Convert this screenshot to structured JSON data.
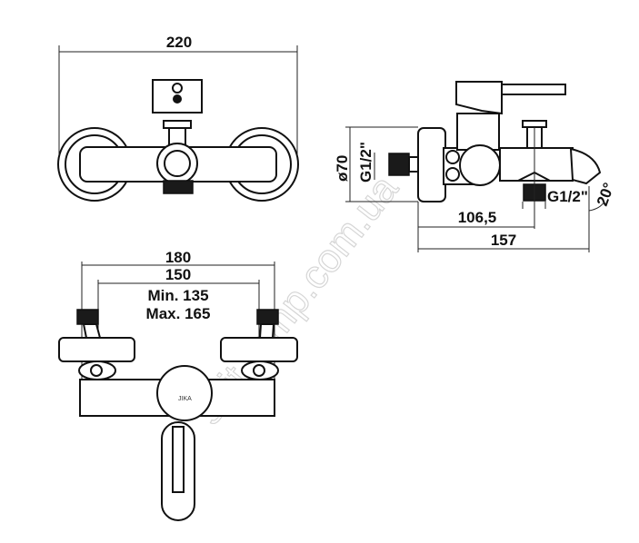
{
  "front_view": {
    "width_label": "220"
  },
  "side_view": {
    "diameter_label": "ø70",
    "inlet_thread_label": "G1/2\"",
    "outlet_thread_label": "G1/2\"",
    "spout_offset_label": "106,5",
    "depth_label": "157",
    "angle_label": "20°"
  },
  "bottom_view": {
    "outer_width_label": "180",
    "center_distance_label": "150",
    "min_label": "Min. 135",
    "max_label": "Max. 165",
    "brand_logo": "JIKA"
  },
  "watermark": "svit-lamp.com.ua"
}
